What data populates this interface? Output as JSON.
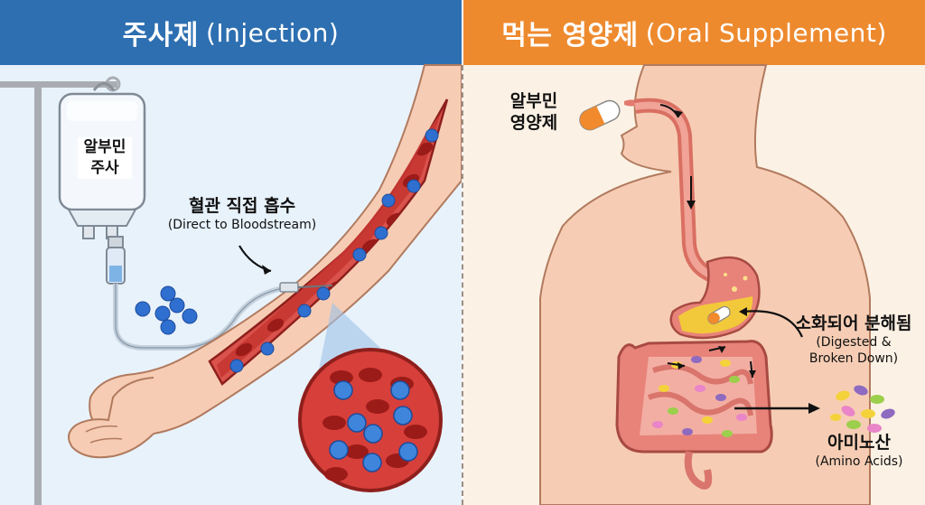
{
  "left_panel": {
    "title_ko": "주사제",
    "title_en": "(Injection)",
    "bag_label_line1": "알부민",
    "bag_label_line2": "주사",
    "absorption_ko": "혈관 직접 흡수",
    "absorption_en": "(Direct to Bloodstream)"
  },
  "right_panel": {
    "title_ko": "먹는 영양제",
    "title_en": "(Oral Supplement)",
    "pill_label_line1": "알부민",
    "pill_label_line2": "영양제",
    "digest_ko": "소화되어 분해됨",
    "digest_en_line1": "(Digested &",
    "digest_en_line2": "Broken Down)",
    "amino_ko": "아미노산",
    "amino_en": "(Amino Acids)"
  },
  "colors": {
    "header_left": "#2d6fb1",
    "header_right": "#ee8a2e",
    "skin": "#f6cdb4",
    "blood_vessel": "#b92e2b",
    "albumin_sphere": "#2f6fd0",
    "stomach_fluid": "#f2c93a"
  }
}
